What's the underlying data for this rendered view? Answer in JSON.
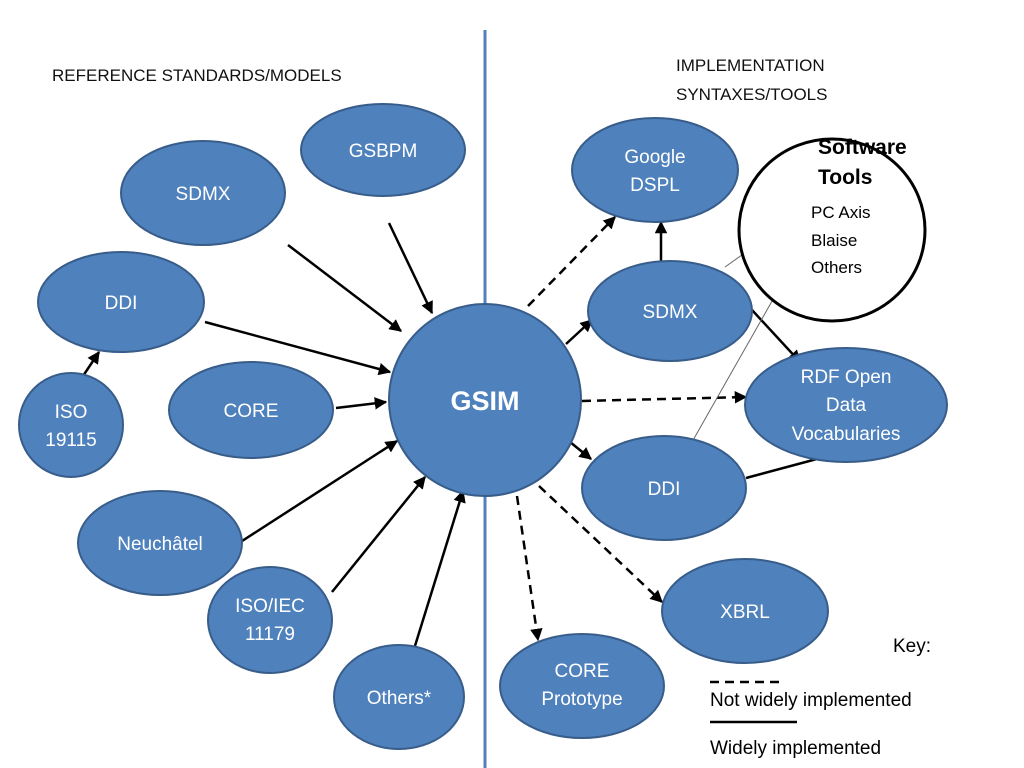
{
  "headings": {
    "left": "REFERENCE STANDARDS/MODELS",
    "right_line1": "IMPLEMENTATION",
    "right_line2": "SYNTAXES/TOOLS"
  },
  "center": {
    "label": "GSIM"
  },
  "left_nodes": {
    "gsbpm": "GSBPM",
    "sdmx": "SDMX",
    "ddi": "DDI",
    "core": "CORE",
    "iso19115_line1": "ISO",
    "iso19115_line2": "19115",
    "neuchatel": "Neuchâtel",
    "isoiec_line1": "ISO/IEC",
    "isoiec_line2": "11179",
    "others": "Others*"
  },
  "right_nodes": {
    "google_line1": "Google",
    "google_line2": "DSPL",
    "sdmx": "SDMX",
    "rdf_line1": "RDF Open",
    "rdf_line2": "Data",
    "rdf_line3": "Vocabularies",
    "ddi": "DDI",
    "xbrl": "XBRL",
    "core_line1": "CORE",
    "core_line2": "Prototype"
  },
  "software_tools": {
    "title_line1": "Software",
    "title_line2": "Tools",
    "items": [
      "PC Axis",
      "Blaise",
      "Others"
    ]
  },
  "key": {
    "title": "Key:",
    "dashed_label": "Not widely implemented",
    "solid_label": "Widely implemented"
  },
  "colors": {
    "node_fill": "#4f81bd",
    "node_stroke": "#385d8a",
    "divider": "#4f81bd"
  }
}
